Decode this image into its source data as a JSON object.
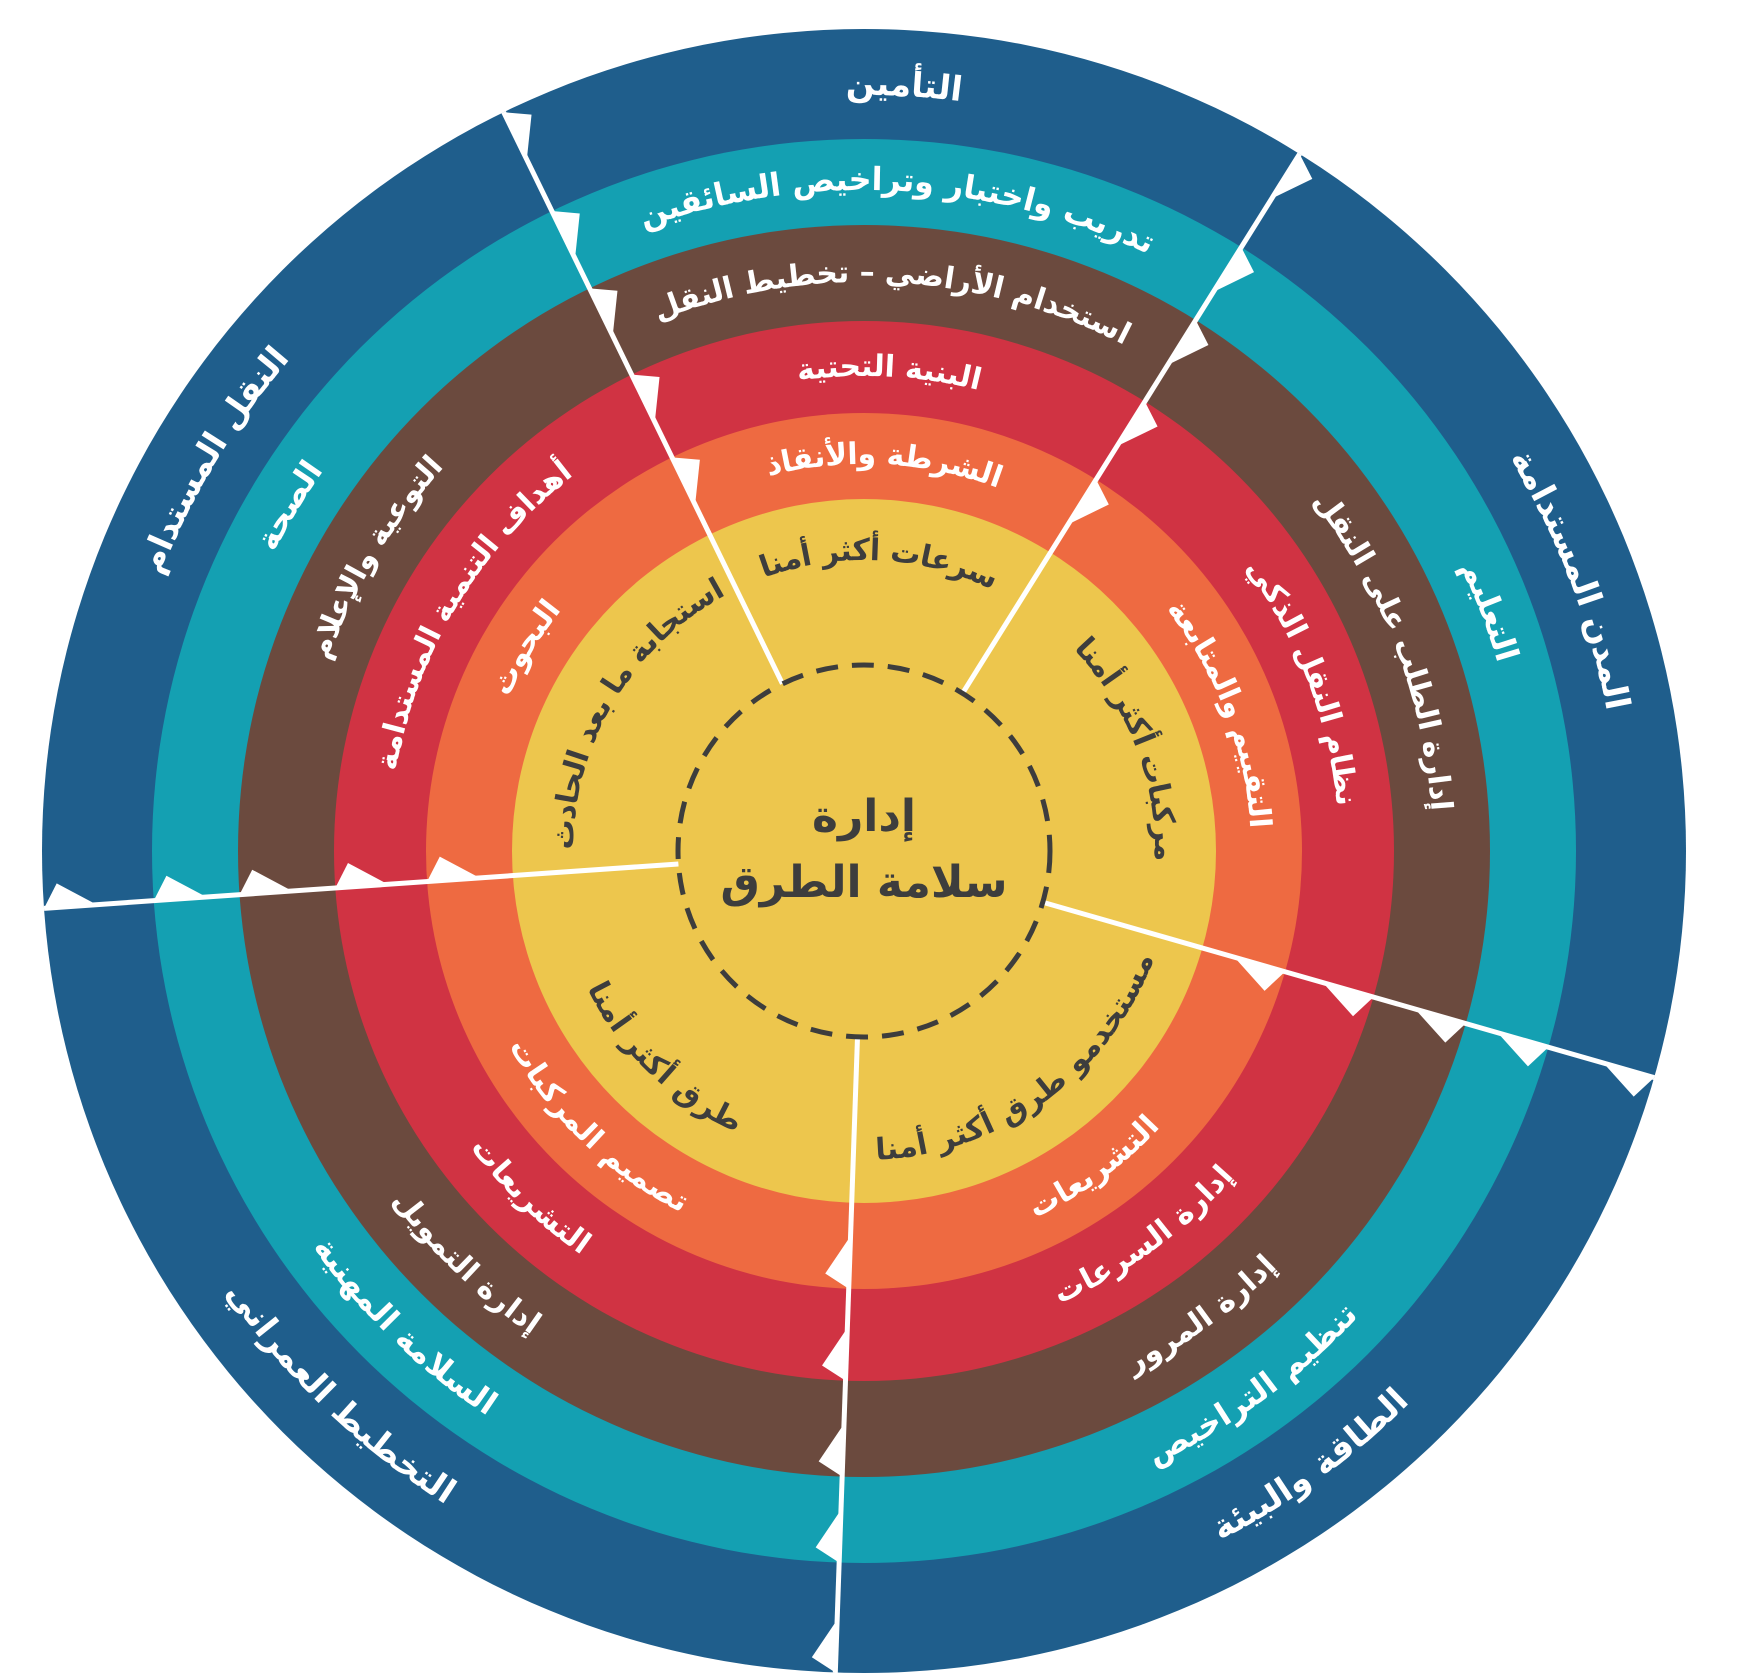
{
  "center": {
    "title_line1": "إدارة",
    "title_line2": "سلامة الطرق"
  },
  "colors": {
    "outer": "#1f5e8c",
    "teal": "#14a0b2",
    "brown": "#6b4a3e",
    "red": "#d03343",
    "orange": "#ee6a41",
    "yellow": "#edc64d",
    "text_dark": "#3d3d3d",
    "text_light": "#ffffff",
    "divider": "#ffffff"
  },
  "rings": [
    {
      "id": "ring-1",
      "labels": [
        "سرعات أكثر أمنا",
        "مركبات أكثر أمنا",
        "مستخدمو طرق أكثر أمنا",
        "طرق أكثر أمنا",
        "استجابة ما بعد الحادث"
      ]
    },
    {
      "id": "ring-2",
      "labels": [
        "الشرطة والأنقاذ",
        "التقييم والمتابعة",
        "التشريعات",
        "تصميم المركبات",
        "البحوث"
      ]
    },
    {
      "id": "ring-3",
      "labels": [
        "البنية التحتية",
        "نظام النقل الذكي",
        "إدارة السرعات",
        "التشريعات",
        "أهداف التنمية المستدامة"
      ]
    },
    {
      "id": "ring-4",
      "labels": [
        "استخدام الأراضي – تخطيط النقل",
        "إدارة الطلب على النقل",
        "إدارة المرور",
        "إدارة التمويل",
        "التوعية والإعلام"
      ]
    },
    {
      "id": "ring-5",
      "labels": [
        "تدريب واختبار وتراخيص السائقين",
        "التعليم",
        "تنظيم التراخيص",
        "السلامة المهنية",
        "الصحة"
      ]
    },
    {
      "id": "ring-6",
      "labels": [
        "التأمين",
        "المدن المستدامة",
        "الطاقة والبيئة",
        "التخطيط العمراني",
        "النقل المستدام"
      ]
    }
  ]
}
